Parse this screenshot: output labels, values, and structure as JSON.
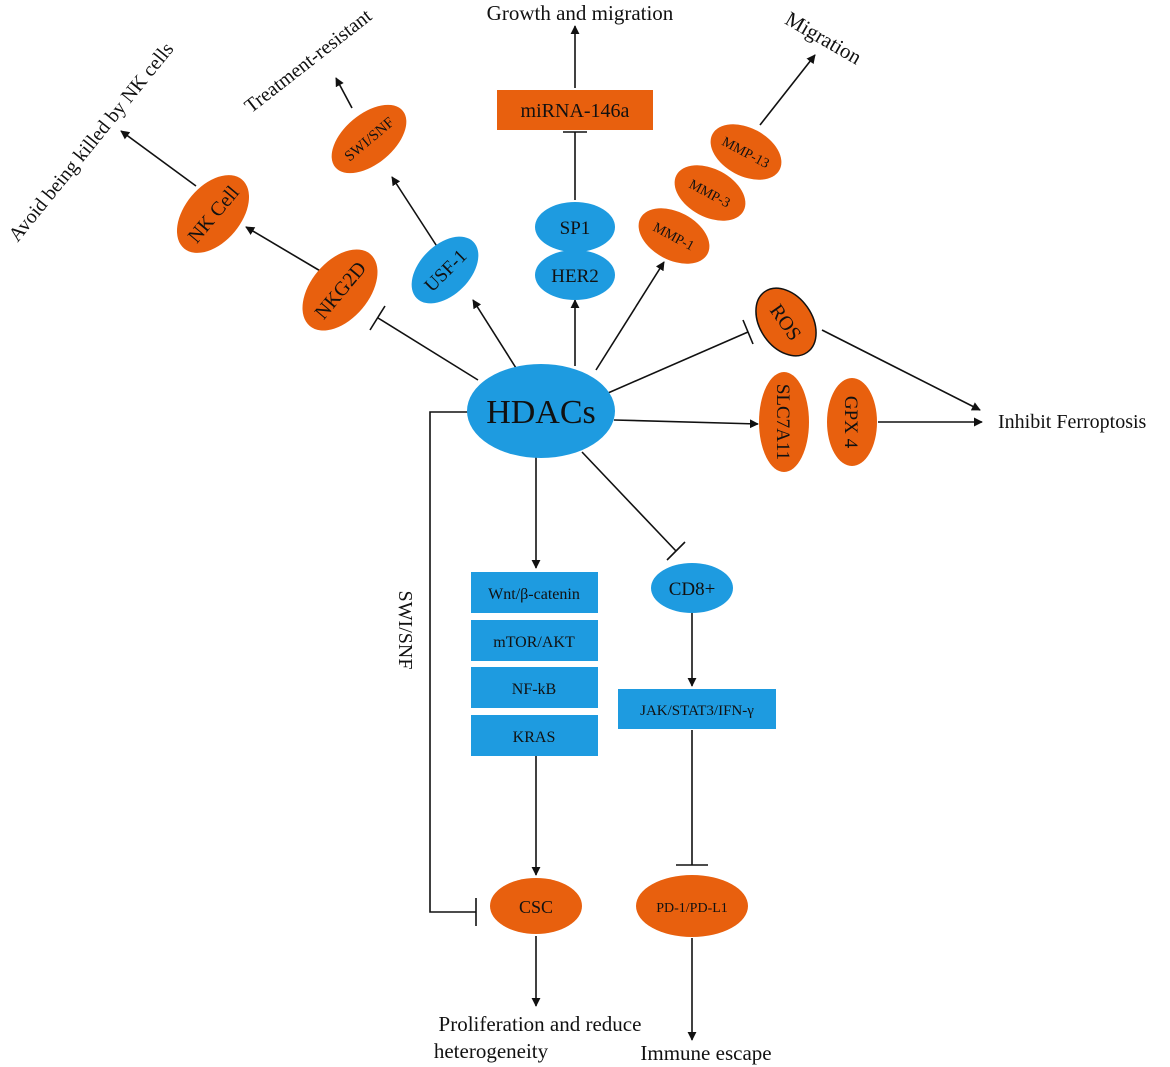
{
  "colors": {
    "orange": "#e8600e",
    "blue": "#1e9be0",
    "line": "#111111",
    "text": "#111111"
  },
  "center": "HDACs",
  "nodes": {
    "nk_cell": "NK Cell",
    "nkg2d": "NKG2D",
    "swisnf_top": "SWI/SNF",
    "usf1": "USF-1",
    "mirna": "miRNA-146a",
    "sp1": "SP1",
    "her2": "HER2",
    "mmp13": "MMP-13",
    "mmp3": "MMP-3",
    "mmp1": "MMP-1",
    "ros": "ROS",
    "slc7a11": "SLC7A11",
    "gpx4": "GPX 4",
    "wnt": "Wnt/β-catenin",
    "mtor": "mTOR/AKT",
    "nfkb": "NF-kB",
    "kras": "KRAS",
    "cd8": "CD8+",
    "jak": "JAK/STAT3/IFN-γ",
    "csc": "CSC",
    "pd1": "PD-1/PD-L1"
  },
  "outcomes": {
    "avoid_nk": "Avoid being killed by NK cells",
    "treatment_resistant": "Treatment-resistant",
    "growth_migration": "Growth and migration",
    "migration": "Migration",
    "inhibit_ferroptosis": "Inhibit Ferroptosis",
    "proliferation_line1": "Proliferation and reduce",
    "proliferation_line2": "heterogeneity",
    "immune_escape": "Immune escape"
  },
  "edge_labels": {
    "swisnf_side": "SWI/SNF"
  }
}
